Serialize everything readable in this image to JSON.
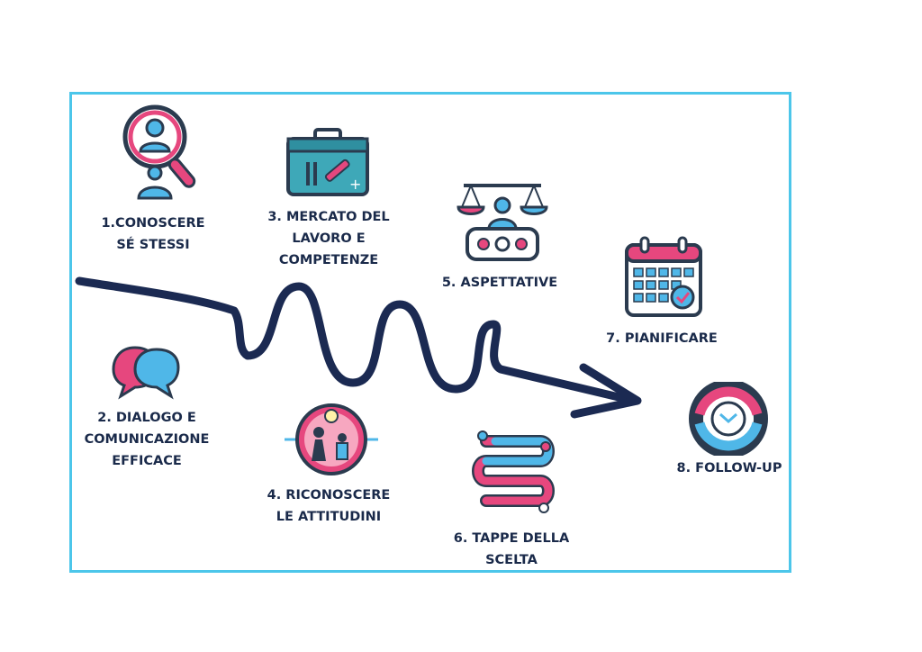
{
  "colors": {
    "frame": "#4cc6ea",
    "arrow": "#1b2a52",
    "pink": "#e6477e",
    "blue": "#4fb7e8",
    "dark": "#2b3b4f"
  },
  "steps": [
    {
      "id": "s1",
      "icon": "magnifier-person-icon",
      "lines": [
        "1.CONOSCERE",
        "SÉ STESSI"
      ]
    },
    {
      "id": "s2",
      "icon": "speech-bubbles-icon",
      "lines": [
        "2. DIALOGO E",
        "COMUNICAZIONE",
        "EFFICACE"
      ]
    },
    {
      "id": "s3",
      "icon": "toolbox-icon",
      "lines": [
        "3. MERCATO DEL",
        "LAVORO E",
        "COMPETENZE"
      ]
    },
    {
      "id": "s4",
      "icon": "people-lightbulb-icon",
      "lines": [
        "4. RICONOSCERE",
        "LE ATTITUDINI"
      ]
    },
    {
      "id": "s5",
      "icon": "balance-scale-icon",
      "lines": [
        "5. ASPETTATIVE"
      ]
    },
    {
      "id": "s6",
      "icon": "winding-road-icon",
      "lines": [
        "6. TAPPE DELLA",
        "SCELTA"
      ]
    },
    {
      "id": "s7",
      "icon": "calendar-icon",
      "lines": [
        "7. PIANIFICARE"
      ]
    },
    {
      "id": "s8",
      "icon": "cycle-arrows-icon",
      "lines": [
        "8. FOLLOW-UP"
      ]
    }
  ]
}
